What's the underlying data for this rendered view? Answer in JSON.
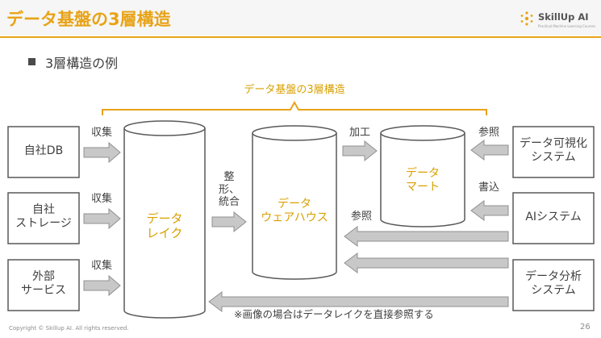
{
  "title": "データ基盤の3層構造",
  "logo": {
    "name": "SkillUp AI",
    "tagline": "Practical Machine Learning Courses"
  },
  "subtitle": "3層構造の例",
  "brace_label": "データ基盤の3層構造",
  "sources": {
    "internal_db": "自社DB",
    "internal_storage": "自社\nストレージ",
    "external_service": "外部\nサービス"
  },
  "collect_label": "収集",
  "data_lake": "データ\nレイク",
  "shape_label": "整\n形、\n統合",
  "warehouse": "データ\nウェアハウス",
  "process_label": "加工",
  "mart": "データ\nマート",
  "reference_label": "参照",
  "write_label": "書込",
  "systems": {
    "visualization": "データ可視化\nシステム",
    "ai": "AIシステム",
    "analysis": "データ分析\nシステム"
  },
  "note": "※画像の場合はデータレイクを直接参照する",
  "footer": {
    "copyright": "Copyright © Skillup AI. All rights reserved.",
    "page": "26"
  },
  "colors": {
    "accent": "#e8a317",
    "label_gold": "#d9a000",
    "arrow_fill": "#c8c8c8",
    "arrow_stroke": "#909090",
    "box_stroke": "#595959",
    "text": "#404040"
  }
}
